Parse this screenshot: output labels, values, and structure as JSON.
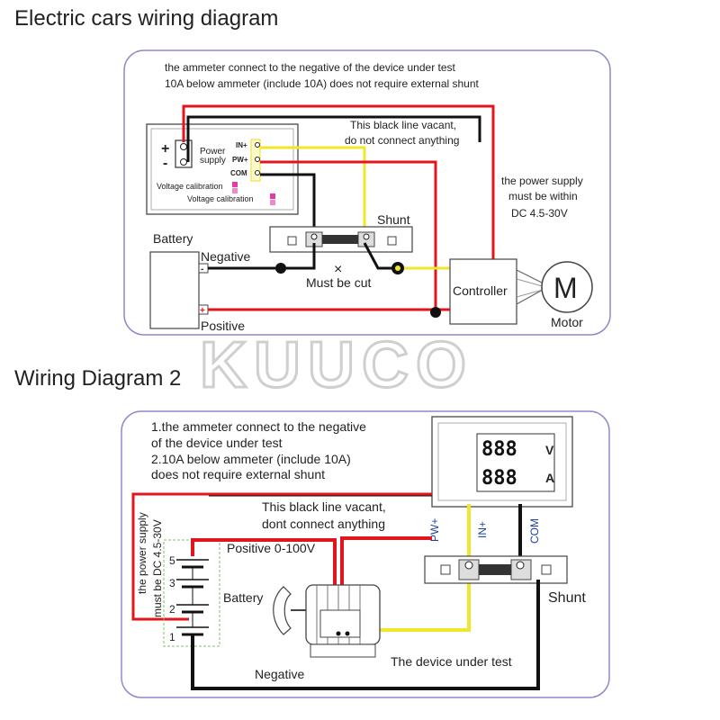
{
  "diagram1": {
    "title": "Electric cars wiring diagram",
    "note_line1": "the ammeter connect to the negative of the device under test",
    "note_line2": "10A below ammeter (include 10A) does not require external shunt",
    "vacant_line1": "This black line vacant,",
    "vacant_line2": "do not connect anything",
    "plus_sign": "+",
    "minus_sign": "-",
    "power_supply_line1": "Power",
    "power_supply_line2": "supply",
    "pin_in": "IN+",
    "pin_pw": "PW+",
    "pin_com": "COM",
    "voltage_cal_1": "Voltage calibration",
    "voltage_cal_2": "Voltage calibration",
    "shunt": "Shunt",
    "battery": "Battery",
    "negative": "Negative",
    "positive": "Positive",
    "must_be_cut": "Must be cut",
    "cut_mark": "×",
    "battery_neg_sign": "-",
    "battery_pos_sign": "+",
    "power_note_line1": "the power supply",
    "power_note_line2": "must be within",
    "power_note_line3": "DC 4.5-30V",
    "controller": "Controller",
    "motor_letter": "M",
    "motor": "Motor"
  },
  "watermark": "KUUCO",
  "diagram2": {
    "title": "Wiring Diagram 2",
    "note_line1": "1.the ammeter connect to the negative",
    "note_line2": "of the device under test",
    "note_line3": "2.10A below ammeter (include 10A)",
    "note_line4": "does not require external shunt",
    "vacant_line1": "This black line vacant,",
    "vacant_line2": "dont connect anything",
    "display_v": "888",
    "display_a": "888",
    "unit_v": "V",
    "unit_a": "A",
    "pin_pw": "PW+",
    "pin_in": "IN+",
    "pin_com": "COM",
    "power_note_line1": "the power supply",
    "power_note_line2": "must be DC 4.5-30V",
    "positive_label": "Positive 0-100V",
    "battery": "Battery",
    "cell_1": "1",
    "cell_2": "2",
    "cell_3": "3",
    "cell_5": "5",
    "shunt": "Shunt",
    "device_under_test": "The device under test",
    "negative": "Negative"
  },
  "colors": {
    "red_wire": "#e0161c",
    "yellow_wire": "#f2e62a",
    "black_wire": "#111111",
    "frame": "#8c8cc8",
    "label_blue": "#1a3da8",
    "calibration_pink": "#e23aa6",
    "watermark": "#d6d6d6"
  }
}
